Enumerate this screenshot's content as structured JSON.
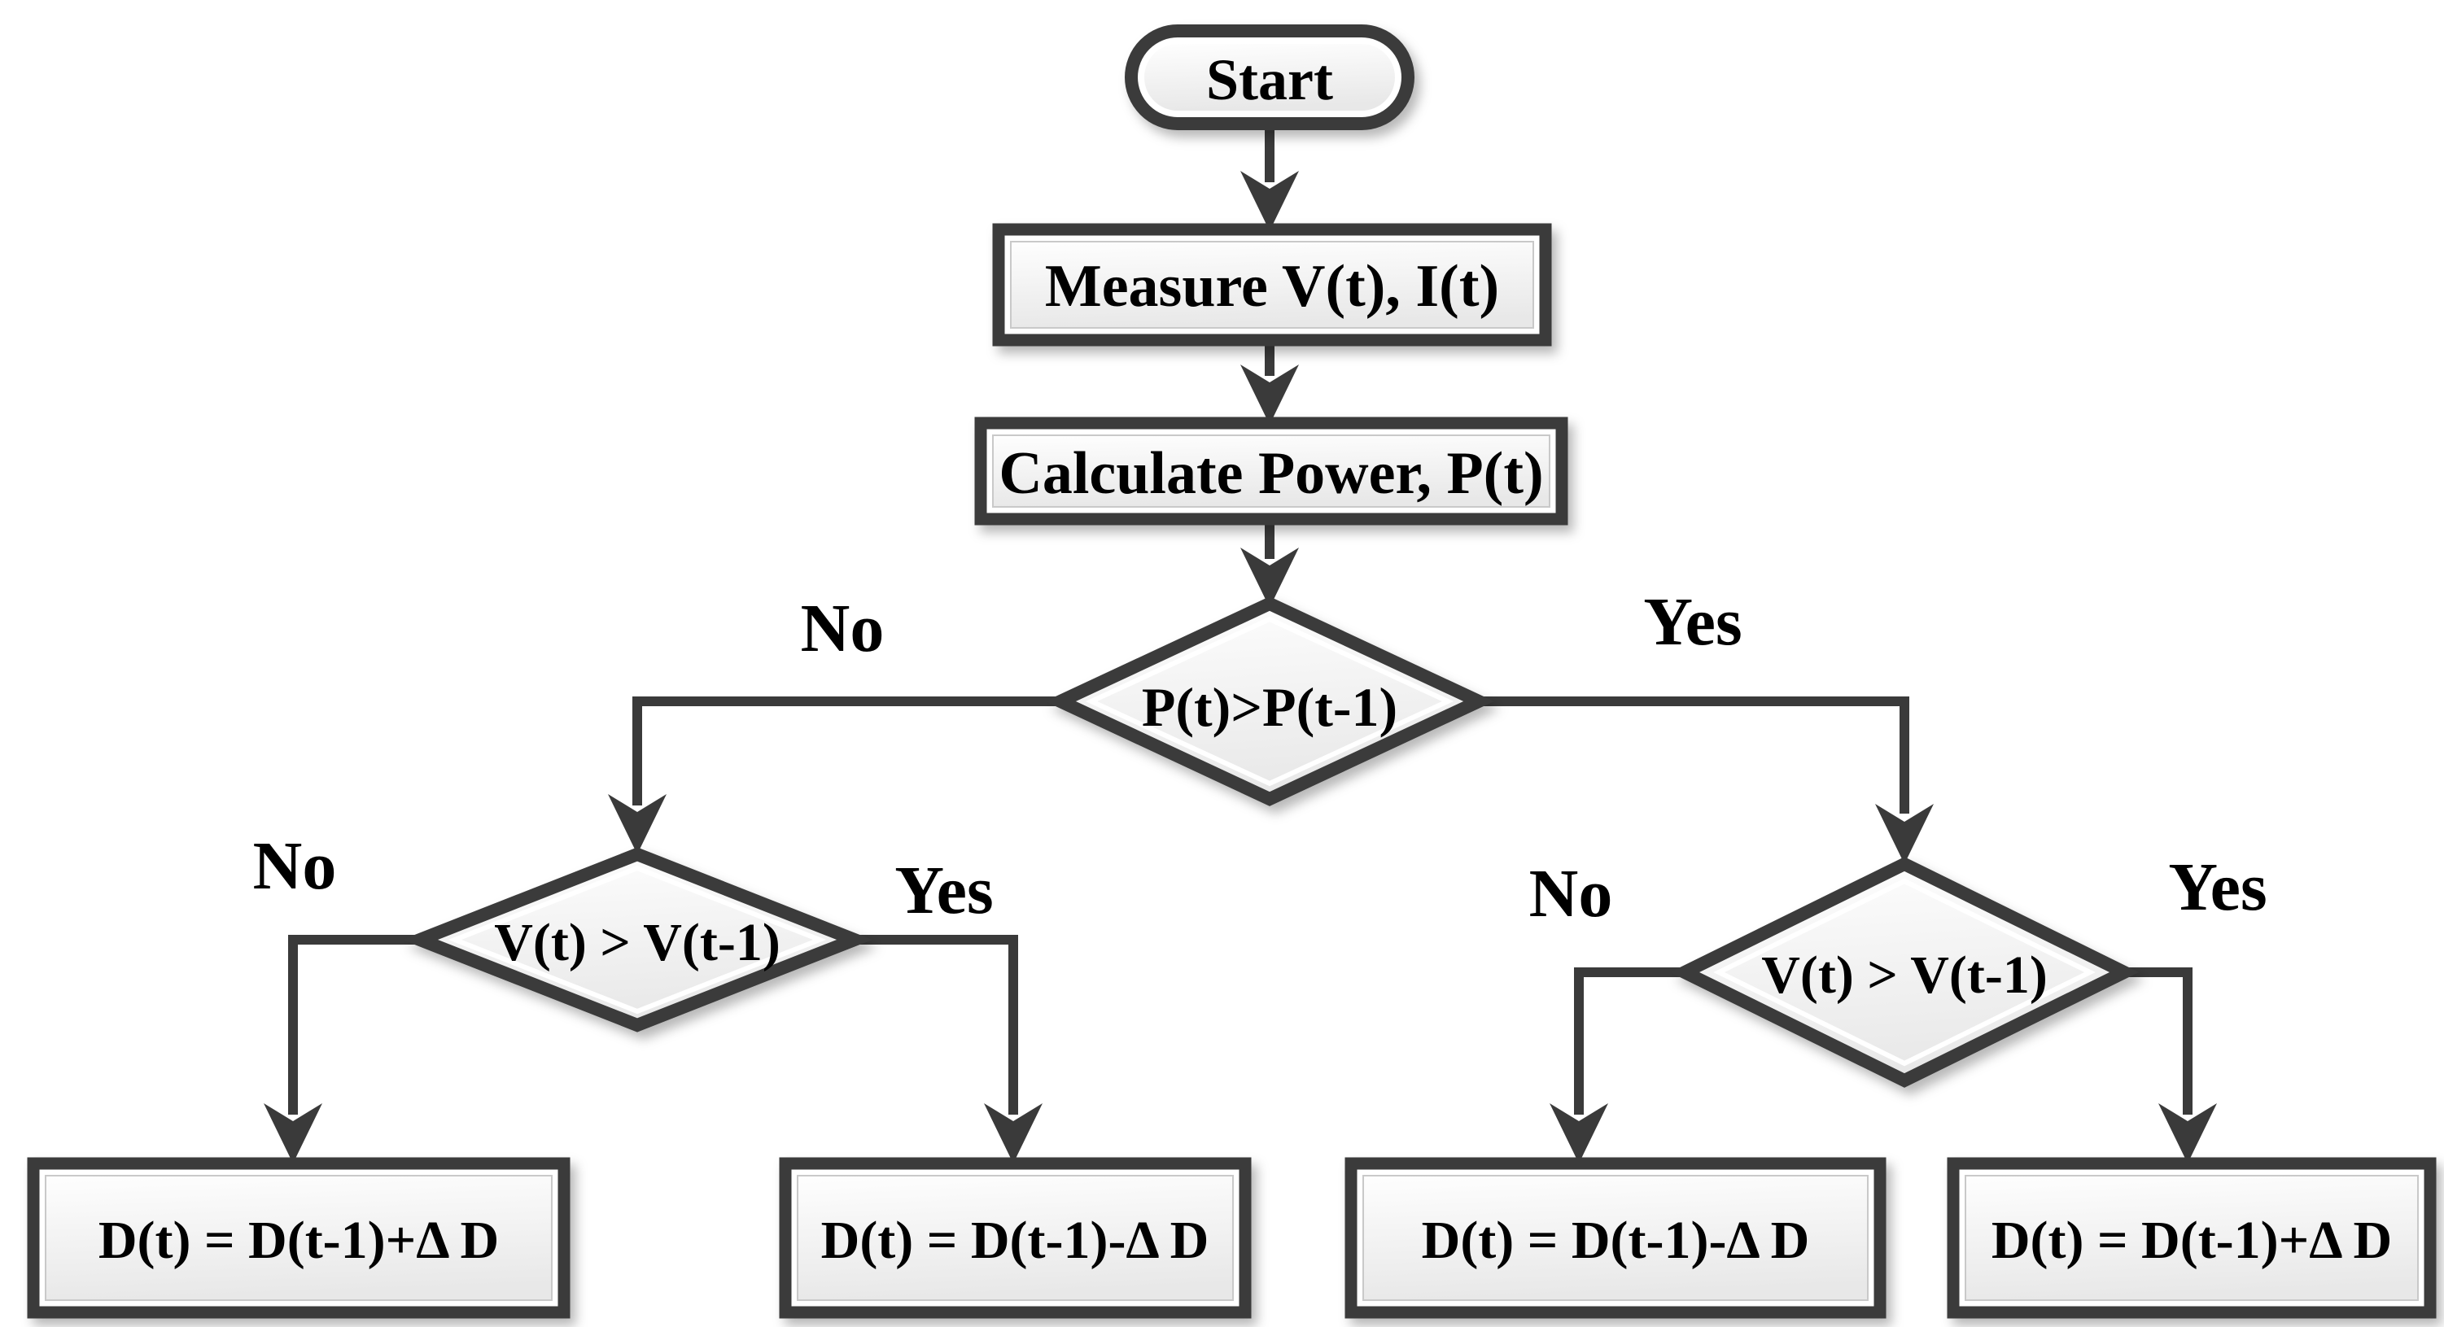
{
  "colors": {
    "stroke": "#3a3a3a",
    "background": "#ffffff",
    "node_fill_top": "#fefefe",
    "node_fill_bottom": "#e8e8e8",
    "text": "#000000"
  },
  "nodes": {
    "start": "Start",
    "measure": "Measure V(t), I(t)",
    "calculate": "Calculate Power, P(t)",
    "power_check": "P(t)>P(t-1)",
    "volt_check_left": "V(t) > V(t-1)",
    "volt_check_right": "V(t) > V(t-1)",
    "duty_left_no": "D(t) = D(t-1)+Δ D",
    "duty_left_yes": "D(t) = D(t-1)-Δ D",
    "duty_right_no": "D(t) = D(t-1)-Δ D",
    "duty_right_yes": "D(t) = D(t-1)+Δ D"
  },
  "branch_labels": {
    "power_no": "No",
    "power_yes": "Yes",
    "left_no": "No",
    "left_yes": "Yes",
    "right_no": "No",
    "right_yes": "Yes"
  }
}
